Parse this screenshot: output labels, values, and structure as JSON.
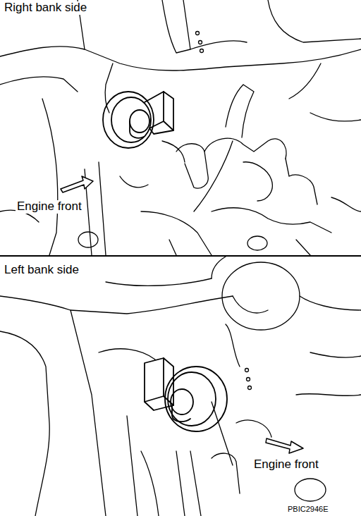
{
  "diagram": {
    "labels": [
      "Right bank side",
      "Engine front",
      "Left bank side",
      "Engine front",
      "PBIC2946E"
    ]
  }
}
